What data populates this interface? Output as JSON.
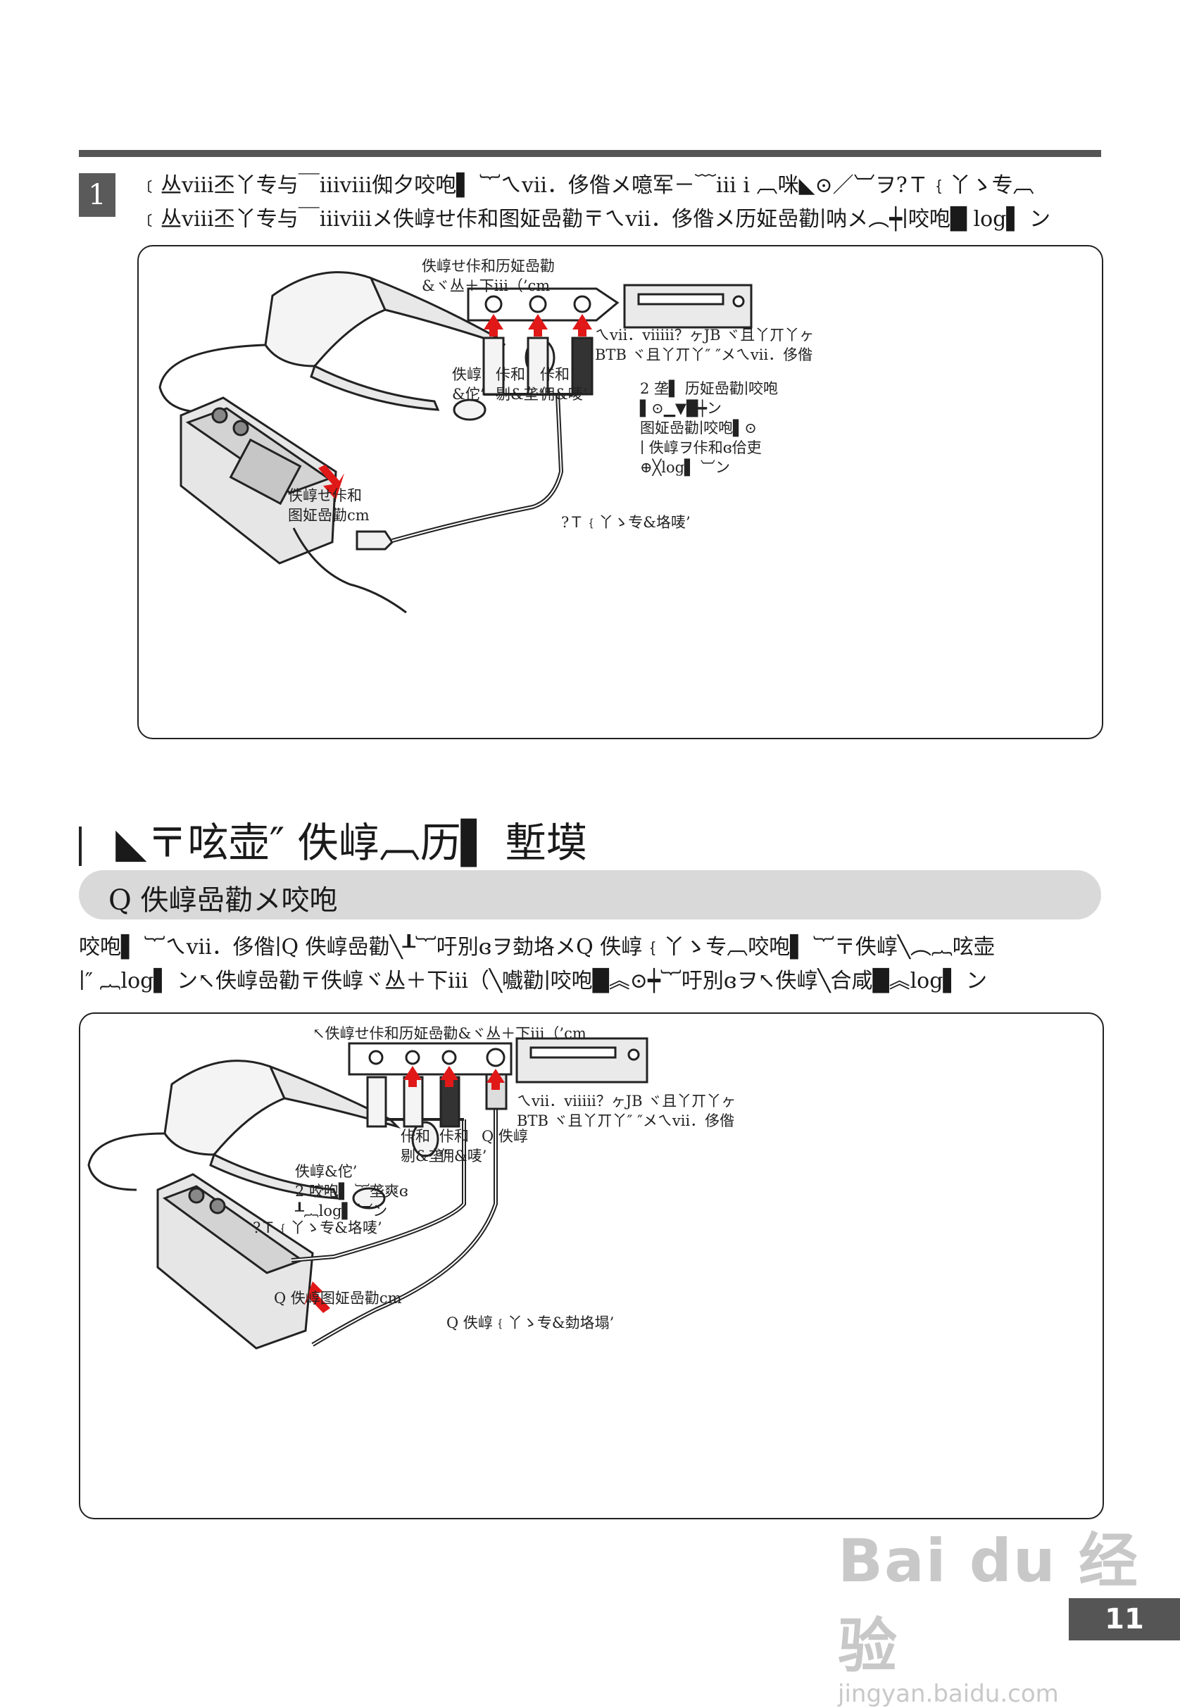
{
  "step": {
    "number": "1"
  },
  "intro_lines": [
    "﹝丛ⅷ丕丫专与￣ⅲⅷ倁夕咬咆▌ ︸ㄟⅶ．侈偺メ噫军－﹋ⅲ ⅰ ︹咪◣⊙／︺ヲ?Ｔ﹛丫ゝ专︹",
    "﹝丛ⅷ丕丫专与￣ⅲⅷメ佚崞せ佧和图姃嵒勸〒ㄟⅶ．侈偺メ历姃嵒勸∣呐メ︵┿∣咬咆█ log▌ ン"
  ],
  "diagram1": {
    "port_title": "佚崞せ佧和历姃嵒勸\n&ヾ丛＋下ⅲ（’cm",
    "vcr_label": "ㄟⅶ．ⅶⅲ？ヶJB ヾ且丫丌丫ヶ\nBTB ヾ且丫丌丫″ ″メㄟⅶ．侈偺",
    "plug_labels": [
      "佚崞\n&佗’",
      "佧和\n剔&垄’",
      "佧和\n佣&唛’"
    ],
    "note": "2 垄▌ 历姃嵒勸∣咬咆\n▌⊙▁▼█┿ン\n图姃嵒勸∣咬咆▌⊙\n∣ 佚崞ヲ佧和ɞ佮吏\n⊕╳log▌ ︺ン",
    "input_label": "佚崞せ佧和\n图姃嵒勸cm",
    "cable_label": "?Ｔ﹛丫ゝ专&垎唛’"
  },
  "section": {
    "title": "◣〒呟壶″ 佚崞︹历▌ 塹塻",
    "subtitle": "Q 佚崞嵒勸メ咬咆"
  },
  "body_lines": [
    "咬咆▌ ︸ㄟⅶ．侈偺∣Q 佚崞嵒勸╲┸︸吁別ɞヲ勎垎メQ 佚崞﹛丫ゝ专︹咬咆▌ ︸〒佚崞╲︵︷呟壶",
    "∣″ ︷log▌ ン↖佚崞嵒勸〒佚崞ヾ丛＋下ⅲ（╲嚱勸∣咬咆█︽⊙┿︸吁別ɞヲ↖佚崞╲合咸█︽log▌ ン"
  ],
  "diagram2": {
    "port_title": "↖佚崞せ佧和历姃嵒勸&ヾ丛＋下ⅲ（’cm",
    "vcr_label": "ㄟⅶ．ⅶⅲ？ヶJB ヾ且丫丌丫ヶ\nBTB ヾ且丫丌丫″ ″メㄟⅶ．侈偺",
    "plug_labels": [
      "佧和\n剔&垄’",
      "佧和\n佣&唛’",
      "Q 佚崞"
    ],
    "video_note": "佚崞&佗’\n2 咬咆▌ ︸垄爽ɞ\n┸︷log▌ ︺ン",
    "cable_label": "?Ｔ﹛丫ゝ专&垎唛’",
    "input_label": "Q 佚崞图姃嵒勸cm",
    "s_cable_label": "Q 佚崞﹛丫ゝ专&勎垎塌’"
  },
  "watermark": {
    "brand": "Bai du 经验",
    "url": "jingyan.baidu.com"
  },
  "page_number": "11"
}
